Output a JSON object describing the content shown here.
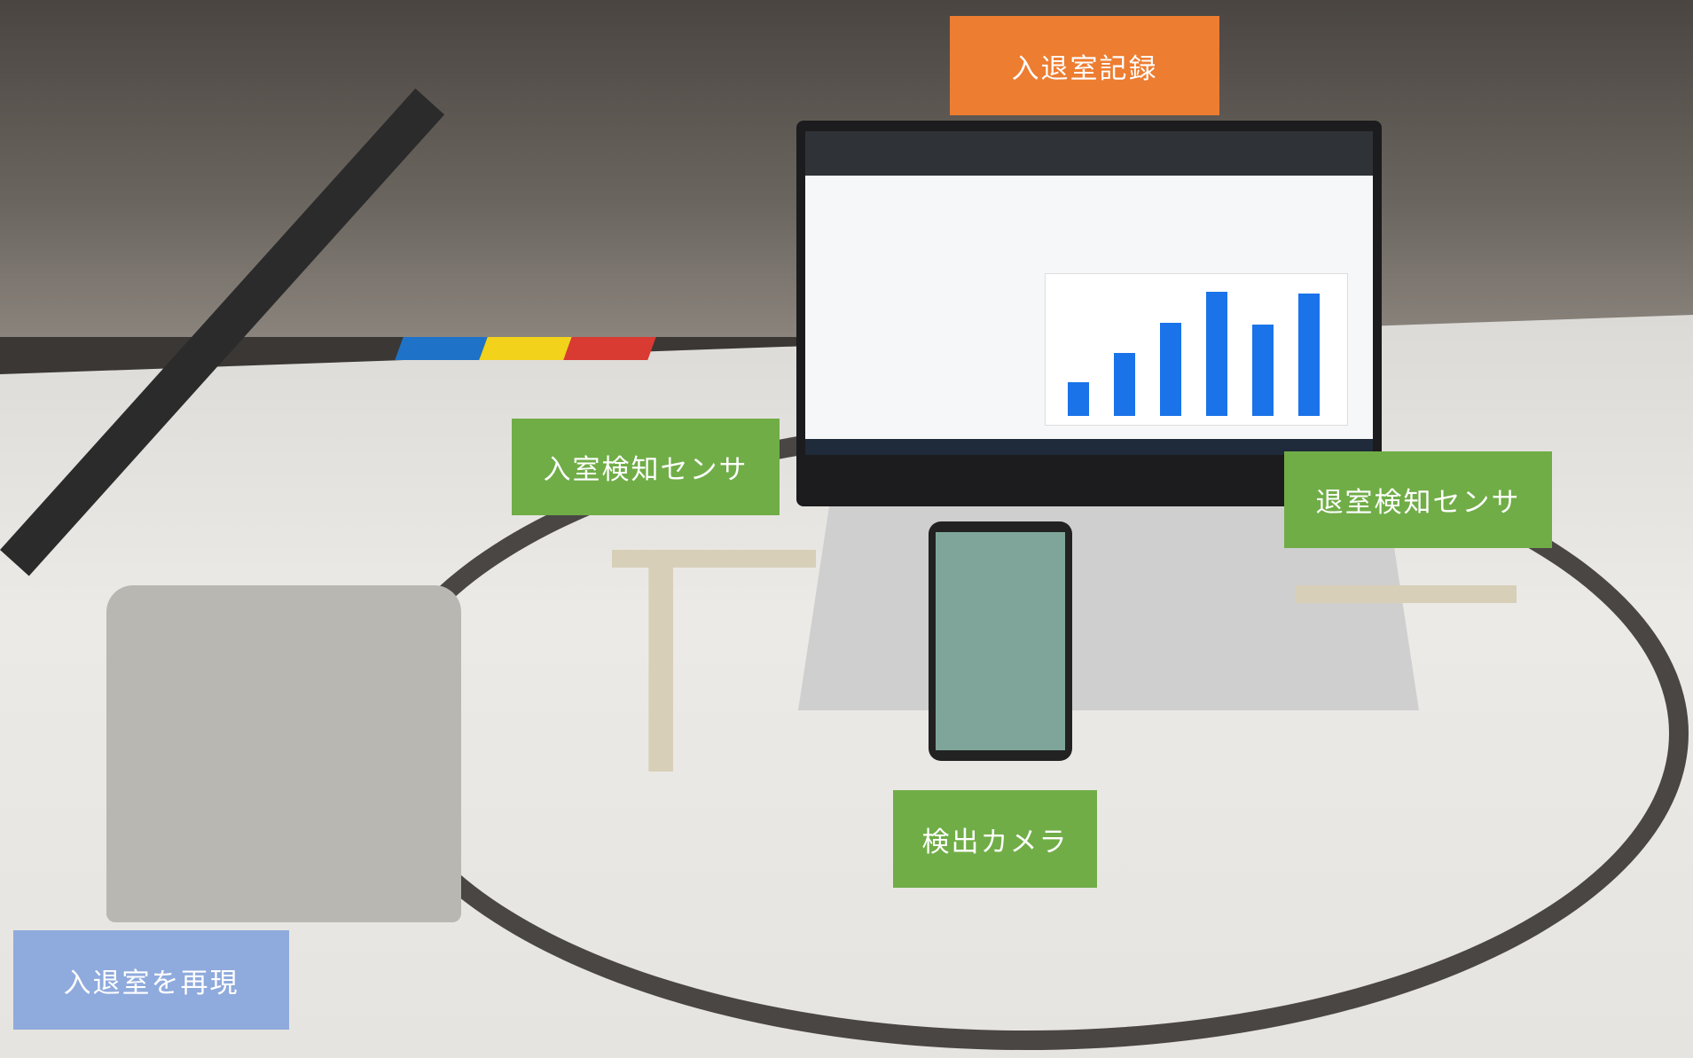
{
  "labels": {
    "record": "入退室記録",
    "entry_sensor": "入室検知センサ",
    "exit_sensor": "退室検知センサ",
    "camera": "検出カメラ",
    "reproduce": "入退室を再現"
  },
  "colors": {
    "record": "#ED7D31",
    "sensor": "#70AD47",
    "reproduce": "#8FAADC",
    "chart_bar": "#1a73e8"
  },
  "laptop_chart_bars": [
    31,
    57,
    85,
    113,
    83,
    111
  ]
}
